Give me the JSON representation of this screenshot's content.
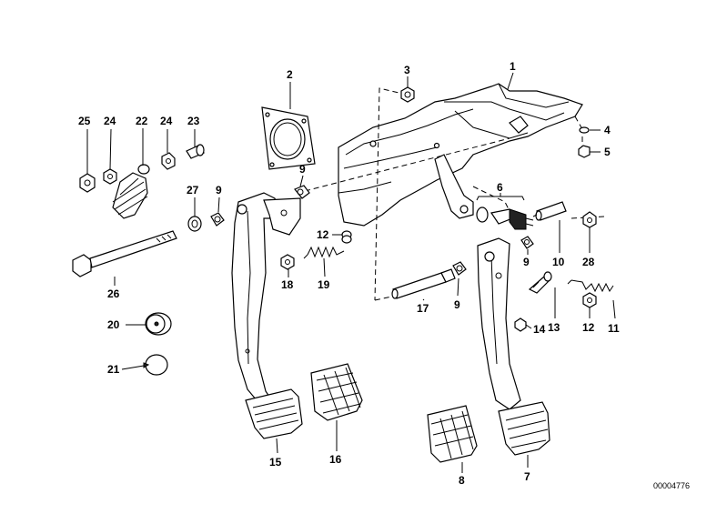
{
  "labels": {
    "l1": "1",
    "l2": "2",
    "l3": "3",
    "l4": "4",
    "l5": "5",
    "l6": "6",
    "l7": "7",
    "l8": "8",
    "l9a": "9",
    "l9b": "9",
    "l9c": "9",
    "l9d": "9",
    "l10": "10",
    "l11": "11",
    "l12a": "12",
    "l12b": "12",
    "l13": "13",
    "l14": "14",
    "l15": "15",
    "l16": "16",
    "l17": "17",
    "l18": "18",
    "l19": "19",
    "l20": "20",
    "l21": "21",
    "l22": "22",
    "l23": "23",
    "l24a": "24",
    "l24b": "24",
    "l25": "25",
    "l26": "26",
    "l27": "27",
    "l28": "28"
  },
  "diagram_code": "00004776"
}
